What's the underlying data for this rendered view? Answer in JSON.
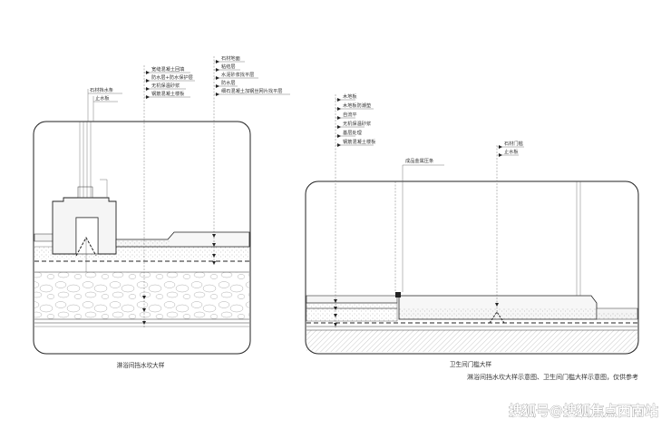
{
  "left_detail": {
    "caption": "淋浴间挡水坎大样",
    "labels_top_left": [
      "石材挡水条",
      "止水板"
    ],
    "labels_top_mid": [
      "宽缝混凝土回填",
      "防水层+防水保护层",
      "无机保温砂浆",
      "钢筋混凝土楼板"
    ],
    "labels_top_right": [
      "石材地面",
      "粘结层",
      "水泥砂浆找平层",
      "防水层",
      "细石混凝土加钢丝网片找平层"
    ]
  },
  "right_detail": {
    "caption": "卫生间门槛大样",
    "labels_left": [
      "木地板",
      "木地板防潮垫",
      "自流平",
      "无机保温砂浆",
      "基层处理",
      "钢筋混凝土楼板"
    ],
    "label_mid": "成品金属压条",
    "labels_right": [
      "石材门槛",
      "止水板"
    ]
  },
  "footnote": "淋浴间挡水坎大样示意图、卫生间门槛大样示意图，仅供参考",
  "watermark": "搜狐号@搜狐焦点西南站"
}
